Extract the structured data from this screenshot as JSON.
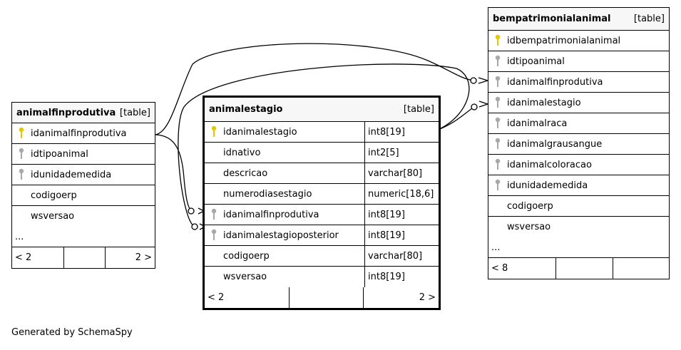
{
  "tables": {
    "animalfinprodutiva": {
      "name": "animalfinprodutiva",
      "kind": "[table]",
      "columns": [
        {
          "name": "idanimalfinprodutiva",
          "key": "primary"
        },
        {
          "name": "idtipoanimal",
          "key": "foreign"
        },
        {
          "name": "idunidademedida",
          "key": "foreign"
        },
        {
          "name": "codigoerp",
          "key": "none"
        },
        {
          "name": "wsversao",
          "key": "none"
        }
      ],
      "more": "...",
      "nav_left": "< 2",
      "nav_right": "2 >"
    },
    "animalestagio": {
      "name": "animalestagio",
      "kind": "[table]",
      "columns": [
        {
          "name": "idanimalestagio",
          "type": "int8[19]",
          "key": "primary"
        },
        {
          "name": "idnativo",
          "type": "int2[5]",
          "key": "none"
        },
        {
          "name": "descricao",
          "type": "varchar[80]",
          "key": "none"
        },
        {
          "name": "numerodiasestagio",
          "type": "numeric[18,6]",
          "key": "none"
        },
        {
          "name": "idanimalfinprodutiva",
          "type": "int8[19]",
          "key": "foreign"
        },
        {
          "name": "idanimalestagioposterior",
          "type": "int8[19]",
          "key": "foreign"
        },
        {
          "name": "codigoerp",
          "type": "varchar[80]",
          "key": "none"
        },
        {
          "name": "wsversao",
          "type": "int8[19]",
          "key": "none"
        }
      ],
      "nav_left": "< 2",
      "nav_right": "2 >"
    },
    "bempatrimonialanimal": {
      "name": "bempatrimonialanimal",
      "kind": "[table]",
      "columns": [
        {
          "name": "idbempatrimonialanimal",
          "key": "primary"
        },
        {
          "name": "idtipoanimal",
          "key": "foreign"
        },
        {
          "name": "idanimalfinprodutiva",
          "key": "foreign"
        },
        {
          "name": "idanimalestagio",
          "key": "foreign"
        },
        {
          "name": "idanimalraca",
          "key": "foreign"
        },
        {
          "name": "idanimalgrausangue",
          "key": "foreign"
        },
        {
          "name": "idanimalcoloracao",
          "key": "foreign"
        },
        {
          "name": "idunidademedida",
          "key": "foreign"
        },
        {
          "name": "codigoerp",
          "key": "none"
        },
        {
          "name": "wsversao",
          "key": "none"
        }
      ],
      "more": "...",
      "nav_left": "< 8"
    }
  },
  "colors": {
    "primary_key": "#e6c800",
    "foreign_key": "#a8a8a8",
    "header_bg": "#f7f7f7"
  },
  "footer": "Generated by SchemaSpy"
}
